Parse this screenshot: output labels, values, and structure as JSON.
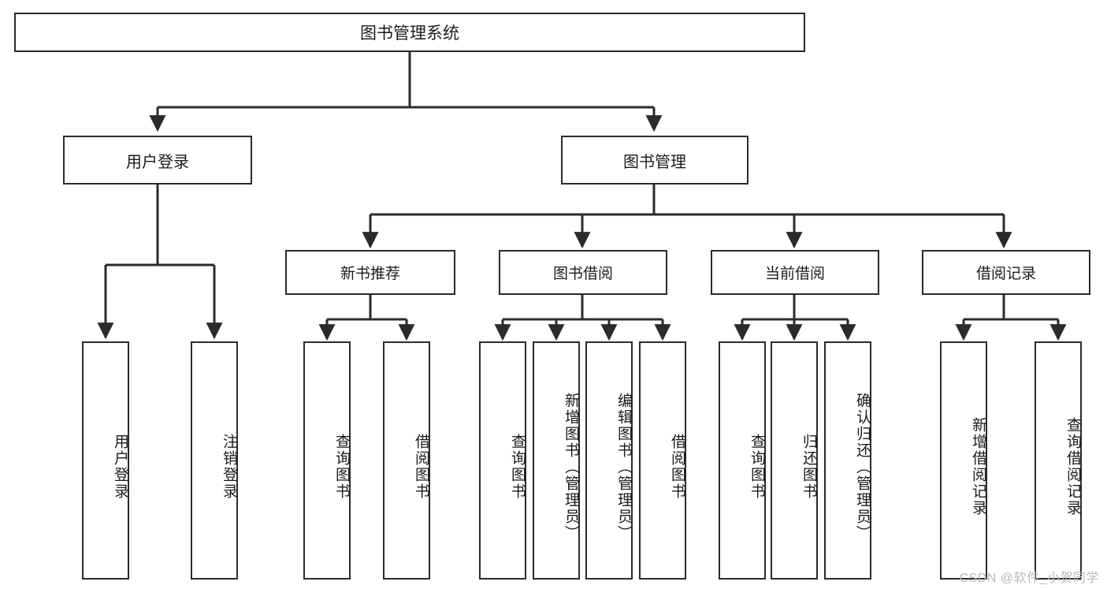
{
  "diagram": {
    "type": "tree",
    "title": "图书管理系统",
    "root": {
      "label": "图书管理系统"
    },
    "level1": [
      {
        "label": "用户登录"
      },
      {
        "label": "图书管理"
      }
    ],
    "level2": [
      {
        "label": "新书推荐"
      },
      {
        "label": "图书借阅"
      },
      {
        "label": "当前借阅"
      },
      {
        "label": "借阅记录"
      }
    ],
    "leaves": {
      "user_login": [
        {
          "label": "用户登录"
        },
        {
          "label": "注销登录"
        }
      ],
      "new_book_recommend": [
        {
          "label": "查询图书"
        },
        {
          "label": "借阅图书"
        }
      ],
      "book_borrow": [
        {
          "label": "查询图书"
        },
        {
          "label": "新增图书（管理员）"
        },
        {
          "label": "编辑图书（管理员）"
        },
        {
          "label": "借阅图书"
        }
      ],
      "current_borrow": [
        {
          "label": "查询图书"
        },
        {
          "label": "归还图书"
        },
        {
          "label": "确认归还（管理员）"
        }
      ],
      "borrow_record": [
        {
          "label": "新增借阅记录"
        },
        {
          "label": "查询借阅记录"
        }
      ]
    }
  },
  "watermark": {
    "text": "CSDN @软件_小贺同学"
  },
  "colors": {
    "border": "#2b2b2b",
    "background": "#ffffff",
    "text": "#1b1b1b",
    "watermark": "#b9b9b9"
  }
}
